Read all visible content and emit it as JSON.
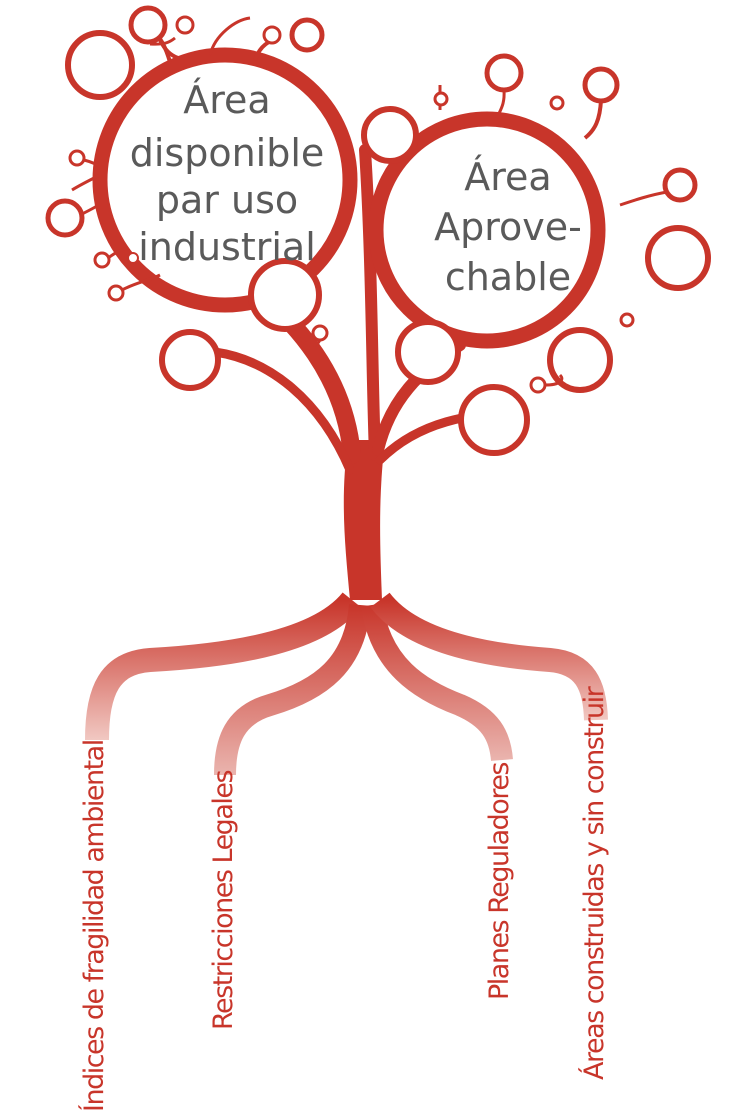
{
  "crowns": {
    "left": [
      "Área",
      "disponible",
      "par uso",
      "industrial"
    ],
    "right": [
      "Área",
      "Aprove-",
      "chable"
    ]
  },
  "roots": {
    "r1": "Índices de fragilidad ambiental",
    "r2": "Restricciones Legales",
    "r3": "Planes Reguladores",
    "r4": "Áreas construidas y sin construir"
  },
  "colors": {
    "tree": "#c8352a",
    "crown_text": "#5a5a5a",
    "root_text": "#c8352a"
  }
}
